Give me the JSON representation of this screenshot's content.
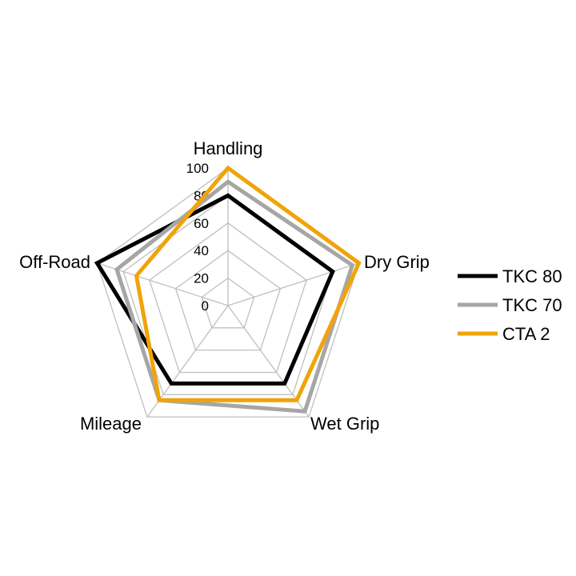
{
  "chart_data": {
    "type": "radar",
    "categories": [
      "Handling",
      "Dry Grip",
      "Wet Grip",
      "Mileage",
      "Off-Road"
    ],
    "rlim": [
      0,
      100
    ],
    "ticks": [
      "0",
      "20",
      "40",
      "60",
      "80",
      "100"
    ],
    "tick_values": [
      0,
      20,
      40,
      60,
      80,
      100
    ],
    "series": [
      {
        "name": "TKC 80",
        "values": [
          80,
          80,
          70,
          70,
          100
        ],
        "color": "#000000"
      },
      {
        "name": "TKC 70",
        "values": [
          90,
          95,
          95,
          85,
          85
        ],
        "color": "#a6a6a6"
      },
      {
        "name": "CTA 2",
        "values": [
          100,
          100,
          85,
          85,
          70
        ],
        "color": "#f0a30a"
      }
    ],
    "grid": true,
    "gridline_color": "#bfbfbf",
    "legend": "right"
  }
}
